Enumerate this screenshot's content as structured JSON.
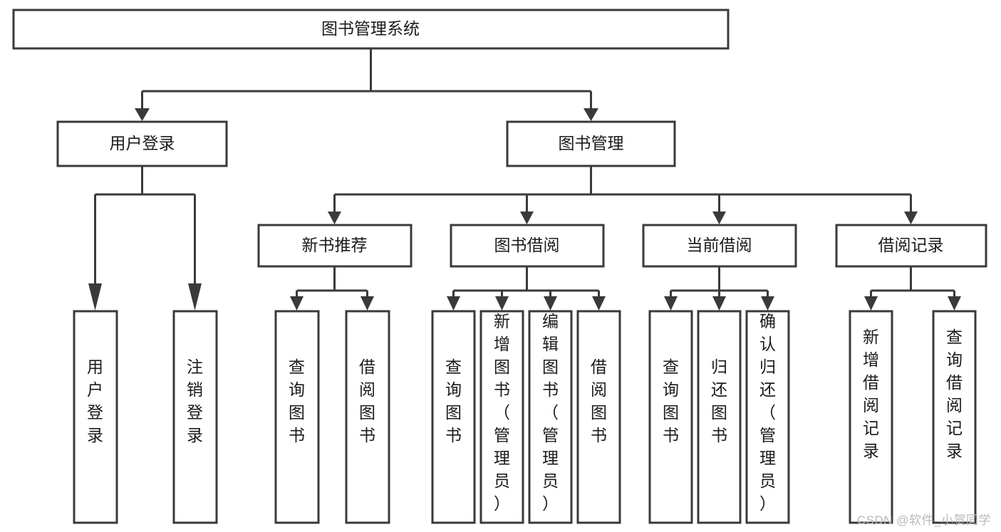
{
  "diagram": {
    "kind": "tree-hierarchy",
    "orientation": "top-down",
    "title": "图书管理系统",
    "colors": {
      "background": "#ffffff",
      "box_fill": "#ffffff",
      "box_stroke": "#3a3a3c",
      "connector": "#3a3a3c",
      "text": "#1b1b1b",
      "watermark": "#b9b9bd"
    },
    "root": {
      "id": "root",
      "label": "图书管理系统"
    },
    "level2": [
      {
        "id": "user-login",
        "label": "用户登录"
      },
      {
        "id": "book-manage",
        "label": "图书管理"
      }
    ],
    "level3": [
      {
        "id": "new-book-recommend",
        "label": "新书推荐",
        "parent": "book-manage"
      },
      {
        "id": "book-borrow",
        "label": "图书借阅",
        "parent": "book-manage"
      },
      {
        "id": "current-borrow",
        "label": "当前借阅",
        "parent": "book-manage"
      },
      {
        "id": "borrow-record",
        "label": "借阅记录",
        "parent": "book-manage"
      }
    ],
    "leaves": [
      {
        "id": "leaf-user-login",
        "label": "用户登录",
        "parent": "user-login"
      },
      {
        "id": "leaf-logout-login",
        "label": "注销登录",
        "parent": "user-login"
      },
      {
        "id": "leaf-query-book-1",
        "label": "查询图书",
        "parent": "new-book-recommend"
      },
      {
        "id": "leaf-borrow-book-1",
        "label": "借阅图书",
        "parent": "new-book-recommend"
      },
      {
        "id": "leaf-query-book-2",
        "label": "查询图书",
        "parent": "book-borrow"
      },
      {
        "id": "leaf-add-book",
        "label": "新增图书（管理员）",
        "parent": "book-borrow"
      },
      {
        "id": "leaf-edit-book",
        "label": "编辑图书（管理员）",
        "parent": "book-borrow"
      },
      {
        "id": "leaf-borrow-book-2",
        "label": "借阅图书",
        "parent": "book-borrow"
      },
      {
        "id": "leaf-query-book-3",
        "label": "查询图书",
        "parent": "current-borrow"
      },
      {
        "id": "leaf-return-book",
        "label": "归还图书",
        "parent": "current-borrow"
      },
      {
        "id": "leaf-confirm-return",
        "label": "确认归还（管理员）",
        "parent": "current-borrow"
      },
      {
        "id": "leaf-add-record",
        "label": "新增借阅记录",
        "parent": "borrow-record"
      },
      {
        "id": "leaf-query-record",
        "label": "查询借阅记录",
        "parent": "borrow-record"
      }
    ]
  },
  "watermark": {
    "text": "CSDN @软件_小贺同学"
  }
}
